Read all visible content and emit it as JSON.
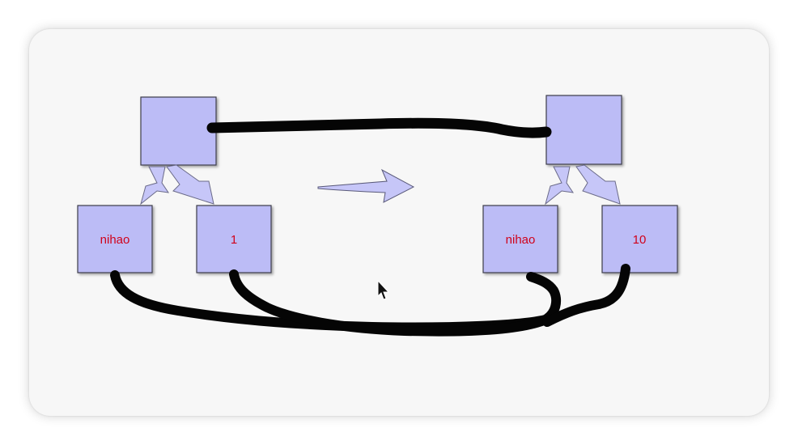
{
  "colors": {
    "node_fill": "#bcbcf6",
    "node_stroke": "#3c3c4a",
    "arrow_fill": "#c6c6f8",
    "stroke_ink": "#050505",
    "label_color": "#d0021b",
    "background": "#f7f7f7"
  },
  "left_group": {
    "children": [
      "nihao",
      "1"
    ]
  },
  "right_group": {
    "children": [
      "nihao",
      "10"
    ]
  },
  "icons": {
    "cursor": "mouse-pointer-icon"
  }
}
